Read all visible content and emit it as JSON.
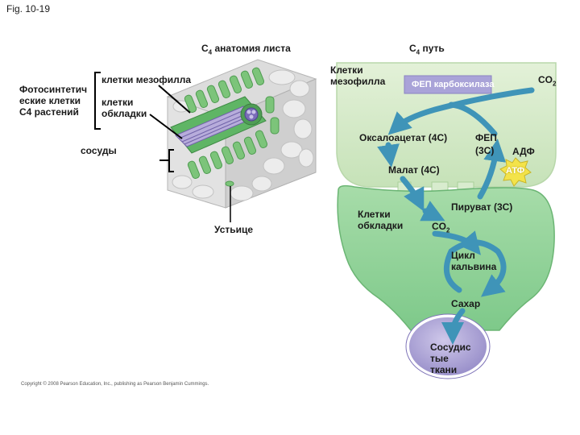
{
  "figure": {
    "label": "Fig. 10-19",
    "copyright": "Copyright © 2008 Pearson Education, Inc., publishing as Pearson Benjamin Cummings."
  },
  "left_panel": {
    "title_prefix": "C",
    "title_sub": "4",
    "title_suffix": " анатомия листа",
    "photosynthetic_cells": "Фотосинтетич\nеские клетки\nC4 растений",
    "mesophyll_cells": "клетки мезофилла",
    "bundle_sheath_cells": "клетки\nобкладки",
    "vessels": "сосуды",
    "stoma": "Устьице"
  },
  "right_panel": {
    "title_prefix": "C",
    "title_sub": "4",
    "title_suffix": " путь",
    "mesophyll_cell": "Клетки\nмезофилла",
    "pep_carboxylase": "ФЕП карбоксилаза",
    "co2_top_prefix": "CO",
    "co2_top_sub": "2",
    "oxaloacetate": "Оксалоацетат (4C)",
    "pep_prefix": "ФЕП",
    "pep_suffix": "(3C)",
    "adp": "АДФ",
    "atp": "АТФ",
    "malate": "Малат (4C)",
    "pyruvate": "Пируват (3C)",
    "bundle_sheath_cell": "Клетки\nобкладки",
    "co2_mid_prefix": "CO",
    "co2_mid_sub": "2",
    "calvin_cycle": "Цикл\nкальвина",
    "sugar": "Сахар",
    "vascular_tissue": "Сосудис\nтые\nткани"
  },
  "colors": {
    "mesophyll_fill": "#cfe7c3",
    "sheath_fill": "#8fd19a",
    "vascular_fill": "#a99fd0",
    "arrow": "#3f94b8",
    "enzyme_box": "#a9a3d8",
    "atp_star": "#f3e34a"
  }
}
